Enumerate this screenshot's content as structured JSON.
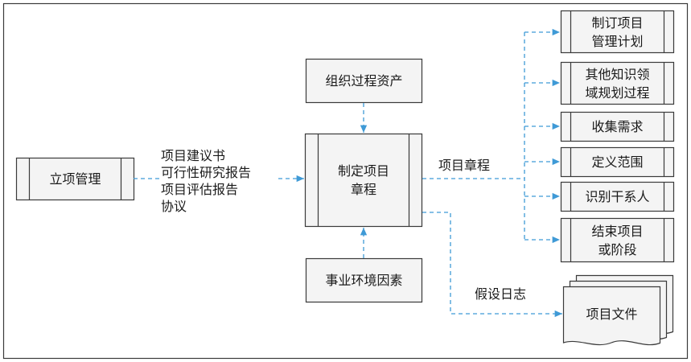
{
  "colors": {
    "box_fill": "#f4f4f4",
    "box_stroke": "#3a3a3a",
    "arrow": "#3f9ad6",
    "frame": "#3a3a3a"
  },
  "initiation": {
    "label": "立项管理"
  },
  "inputs": {
    "lines": [
      "项目建议书",
      "可行性研究报告",
      "项目评估报告",
      "协议"
    ]
  },
  "opa": {
    "label": "组织过程资产"
  },
  "eef": {
    "label": "事业环境因素"
  },
  "center": {
    "line1": "制定项目",
    "line2": "章程"
  },
  "output_label": "项目章程",
  "assumption_label": "假设日志",
  "project_docs": {
    "label": "项目文件"
  },
  "right_boxes": [
    {
      "line1": "制订项目",
      "line2": "管理计划"
    },
    {
      "line1": "其他知识领",
      "line2": "域规划过程"
    },
    {
      "line1": "收集需求"
    },
    {
      "line1": "定义范围"
    },
    {
      "line1": "识别干系人"
    },
    {
      "line1": "结束项目",
      "line2": "或阶段"
    }
  ]
}
